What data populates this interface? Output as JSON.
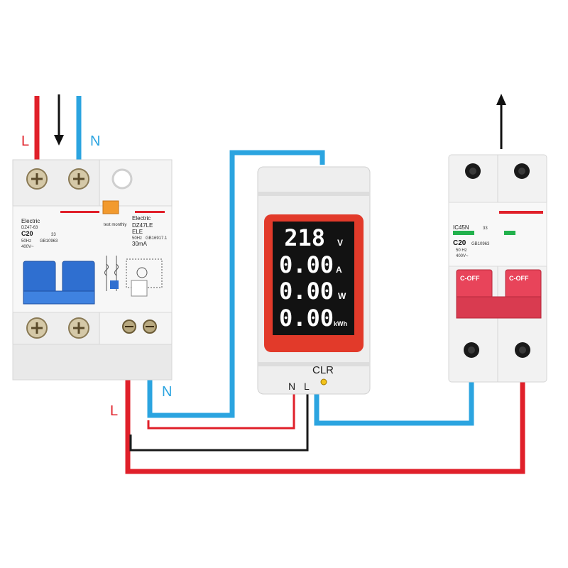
{
  "labels": {
    "top_L": "L",
    "top_N": "N",
    "bottom_L": "L",
    "bottom_N": "N"
  },
  "rcbo": {
    "brand_1": "Electric",
    "model_1": "DZ47-63",
    "rating_1": "C20",
    "poles_1": "33",
    "freq_1": "50Hz",
    "std_1": "GB10963",
    "volt_1": "400V~",
    "brand_2": "Electric",
    "model_2": "DZ47LE",
    "type_2": "ELE",
    "test_text": "test monthly",
    "freq_2": "50Hz",
    "std_2": "GB16917.1",
    "leak_2": "30mA"
  },
  "meter": {
    "readings": [
      {
        "value": "218",
        "unit": "V"
      },
      {
        "value": "0.00",
        "unit": "A"
      },
      {
        "value": "0.00",
        "unit": "W"
      },
      {
        "value": "0.00",
        "unit": "kWh"
      }
    ],
    "clr_label": "CLR",
    "terminal_N": "N",
    "terminal_L": "L"
  },
  "mcb": {
    "model": "IC45N",
    "poles": "33",
    "rating": "C20",
    "std": "GB10963",
    "freq": "50 Hz",
    "volt": "400V~",
    "off_label_1": "C-OFF",
    "off_label_2": "C-OFF"
  },
  "colors": {
    "live": "#e0202a",
    "neutral": "#2ba4e0",
    "earth": "#1a1a1a",
    "meter_frame": "#e23a2a",
    "toggle_blue": "#2f6fd0",
    "toggle_red": "#e8445a"
  }
}
